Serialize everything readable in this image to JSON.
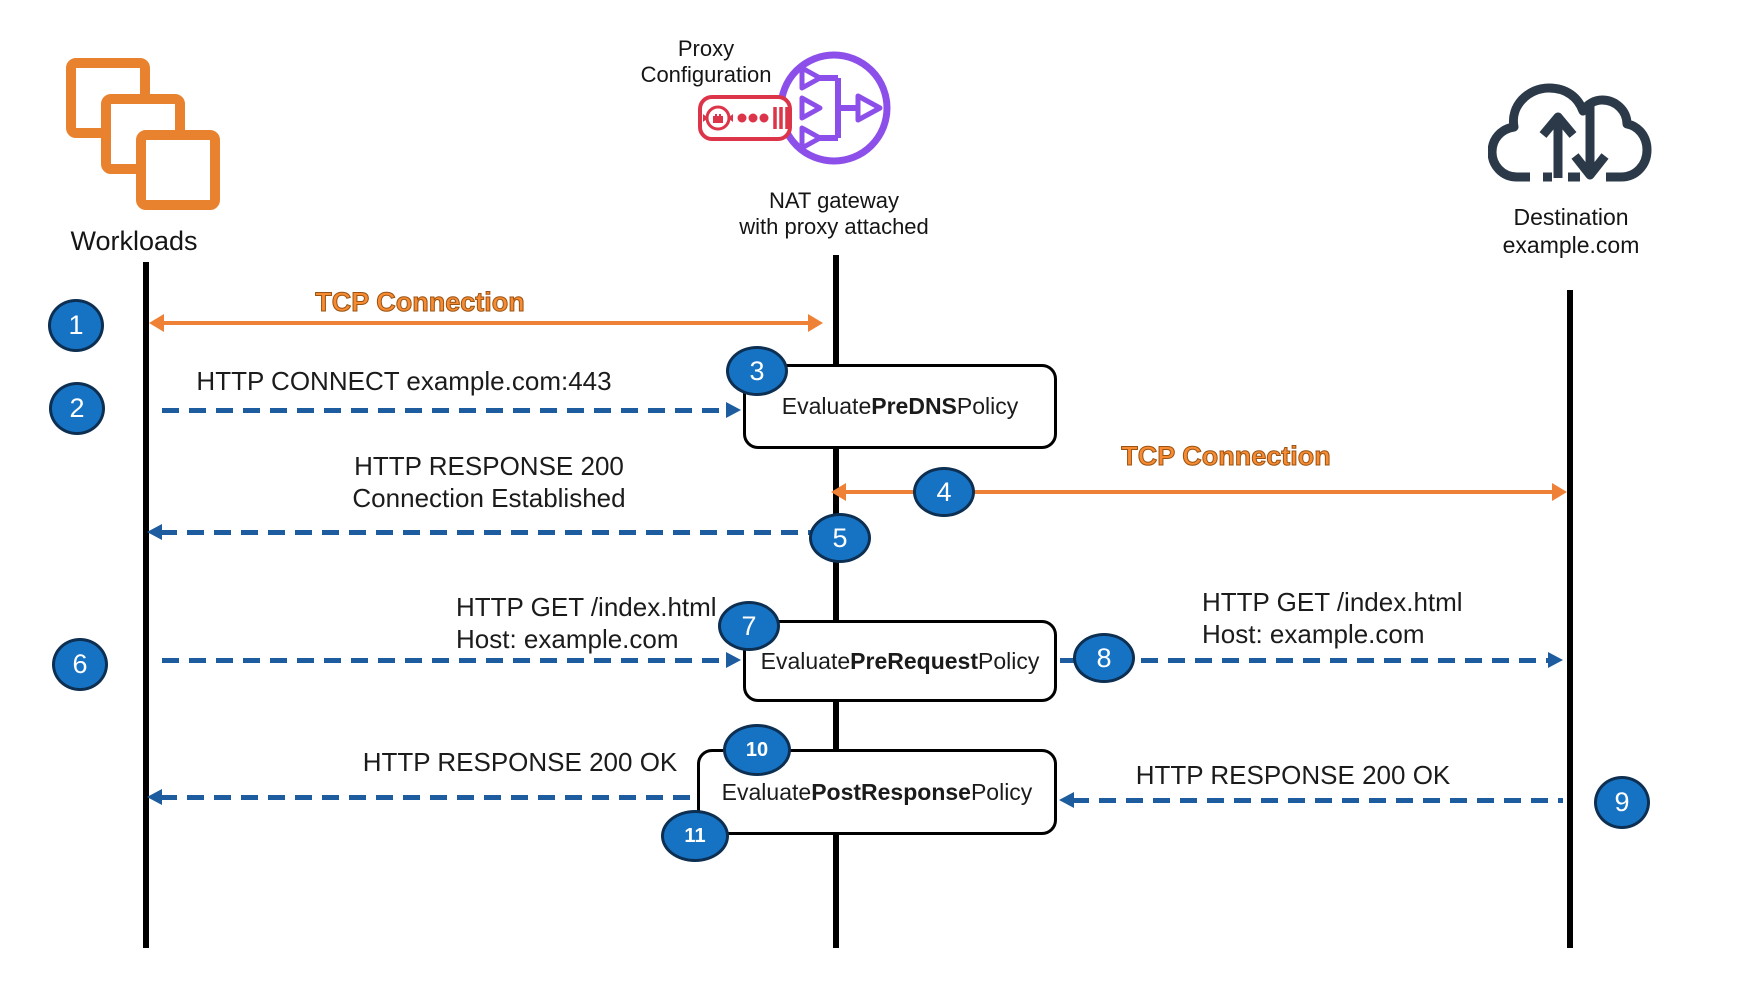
{
  "actors": {
    "workloads": {
      "label": "Workloads"
    },
    "nat_gateway": {
      "attachment": {
        "line1": "Proxy",
        "line2": "Configuration"
      },
      "label": {
        "line1": "NAT gateway",
        "line2": "with proxy attached"
      }
    },
    "destination": {
      "label": {
        "line1": "Destination",
        "line2": "example.com"
      }
    }
  },
  "steps": {
    "s1": {
      "num": "1",
      "label": "TCP Connection"
    },
    "s2": {
      "num": "2",
      "label": "HTTP CONNECT example.com:443"
    },
    "s3": {
      "num": "3",
      "policy": {
        "prefix": "Evaluate ",
        "name": "PreDNS",
        "suffix": " Policy"
      }
    },
    "s4": {
      "num": "4",
      "label": "TCP Connection"
    },
    "s5": {
      "num": "5",
      "line1": "HTTP RESPONSE 200",
      "line2": "Connection Established"
    },
    "s6": {
      "num": "6",
      "line1": "HTTP GET /index.html",
      "line2": "Host: example.com"
    },
    "s7": {
      "num": "7",
      "policy": {
        "prefix": "Evaluate ",
        "name": "PreRequest",
        "suffix": " Policy"
      }
    },
    "s8": {
      "num": "8",
      "line1": "HTTP GET /index.html",
      "line2": "Host: example.com"
    },
    "s9": {
      "num": "9",
      "label": "HTTP RESPONSE 200 OK"
    },
    "s10": {
      "num": "10"
    },
    "s11": {
      "num": "11",
      "label": "HTTP RESPONSE 200 OK"
    },
    "post_policy": {
      "prefix": "Evaluate ",
      "name": "PostResponse",
      "suffix": " Policy"
    }
  },
  "colors": {
    "orange_arrow": "#EF8136",
    "orange_icon": "#E8822F",
    "tcp_text": "#F68B33",
    "blue_dash": "#1D5C9E",
    "marker_fill": "#1673C4",
    "marker_border": "#0D2F52",
    "nat_purple": "#8C4FE9",
    "proxy_red": "#DC3549",
    "cloud_navy": "#2B3948",
    "lifeline": "#000000"
  },
  "icons": {
    "workloads": "stacked-squares-icon",
    "nat": "nat-gateway-icon",
    "proxy": "proxy-config-icon",
    "destination": "cloud-transfer-icon"
  }
}
